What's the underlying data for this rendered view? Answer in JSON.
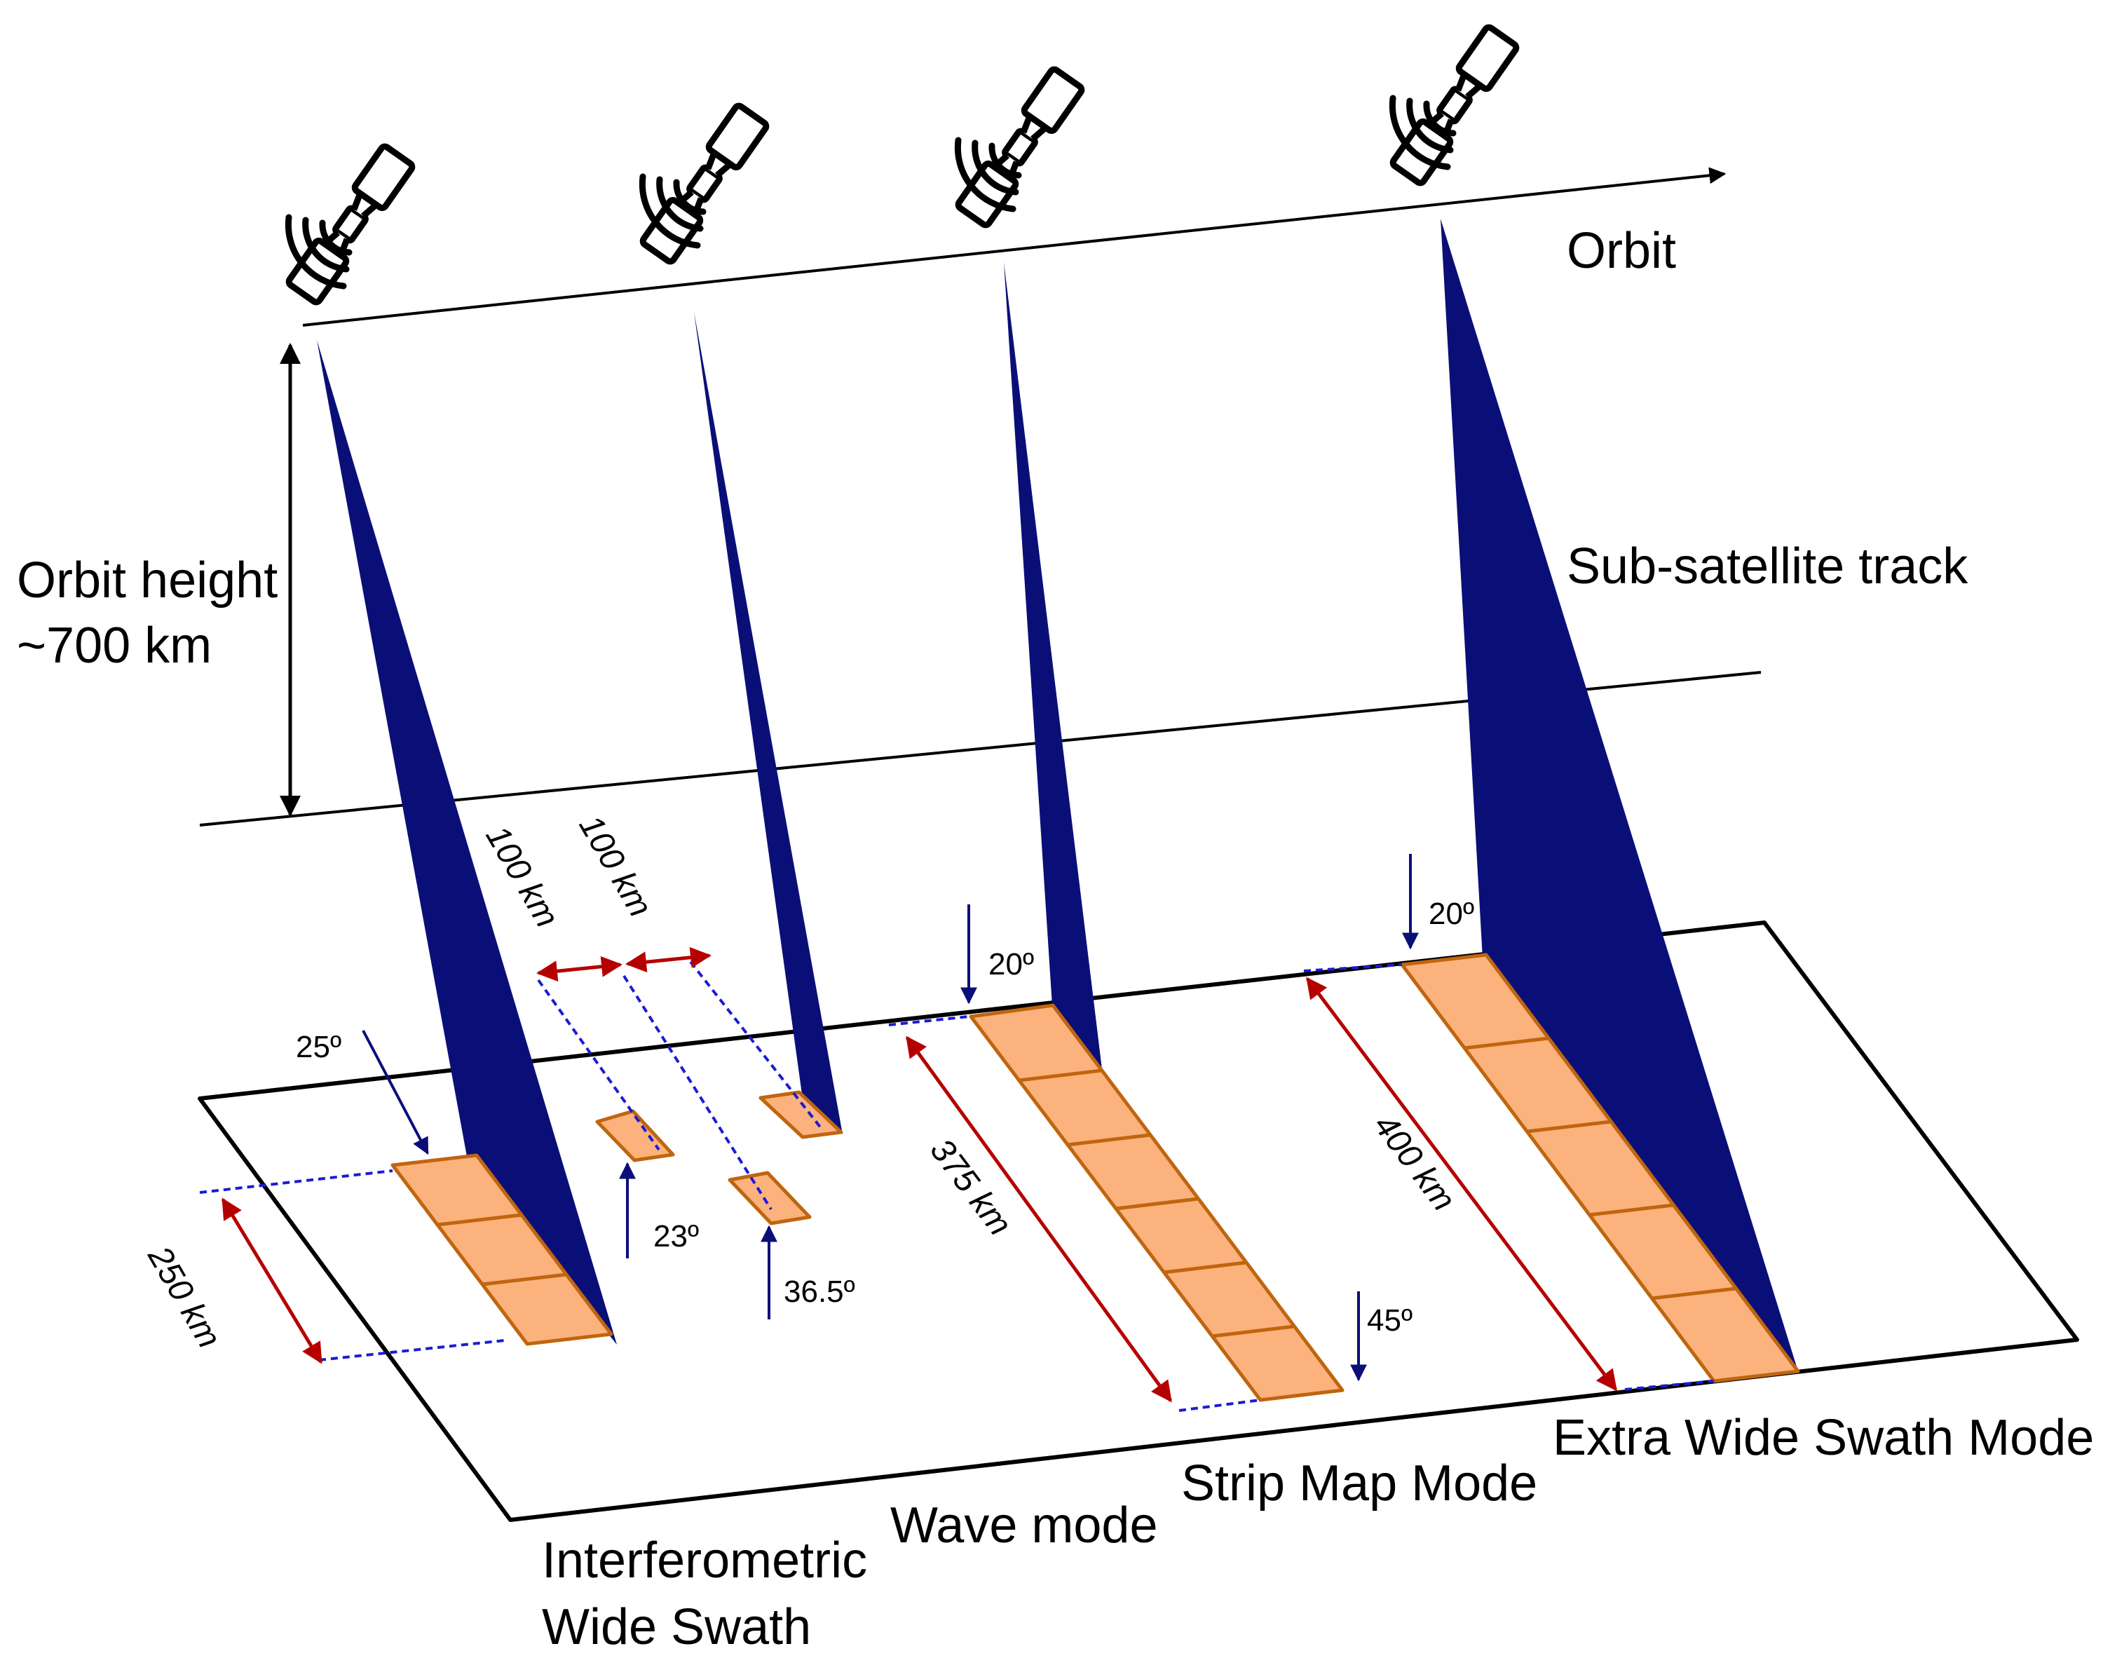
{
  "labels": {
    "orbit": "Orbit",
    "orbit_height_line1": "Orbit height",
    "orbit_height_line2": "~700 km",
    "sub_satellite_track": "Sub-satellite track"
  },
  "modes": {
    "iw_line1": "Interferometric",
    "iw_line2": "Wide Swath",
    "wave": "Wave mode",
    "strip_map": "Strip Map Mode",
    "extra_wide": "Extra Wide Swath Mode"
  },
  "dimensions": {
    "iw_width": "250 km",
    "wave_spacing_a": "100 km",
    "wave_spacing_b": "100 km",
    "sm_width": "375 km",
    "ew_width": "400 km"
  },
  "angles": {
    "iw_incidence": "25º",
    "wave_a": "23º",
    "wave_b": "36.5º",
    "sm_near": "20º",
    "sm_far": "45º",
    "ew_near": "20º"
  },
  "colors": {
    "beam": "#0a0f78",
    "footprint_fill": "#fbb27d",
    "footprint_edge": "#c0650f",
    "dimension_arrow": "#b50000",
    "angle_arrow": "#0a0f78"
  },
  "icons": [
    "satellite-icon"
  ]
}
